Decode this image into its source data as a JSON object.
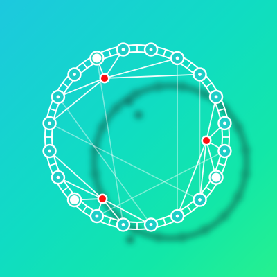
{
  "game": {
    "name": "",
    "nodes": [
      {
        "id": 0,
        "type": "dot"
      },
      {
        "id": 1,
        "type": "dot"
      },
      {
        "id": 2,
        "type": "dot"
      },
      {
        "id": 3,
        "type": "dot"
      },
      {
        "id": 4,
        "type": "dot"
      },
      {
        "id": 5,
        "type": "dot"
      },
      {
        "id": 6,
        "type": "open"
      },
      {
        "id": 7,
        "type": "dot"
      },
      {
        "id": 8,
        "type": "dot"
      },
      {
        "id": 9,
        "type": "dot"
      },
      {
        "id": 10,
        "type": "dot"
      },
      {
        "id": 11,
        "type": "dot"
      },
      {
        "id": 12,
        "type": "open"
      },
      {
        "id": 13,
        "type": "dot"
      },
      {
        "id": 14,
        "type": "dot"
      },
      {
        "id": 15,
        "type": "dot"
      },
      {
        "id": 16,
        "type": "dot"
      },
      {
        "id": 17,
        "type": "dot"
      },
      {
        "id": 18,
        "type": "open"
      },
      {
        "id": 19,
        "type": "dot"
      }
    ],
    "hubs": [
      {
        "id": "hub-top",
        "color": "red",
        "ring_links": [
          18,
          19,
          1,
          2,
          15,
          16
        ]
      },
      {
        "id": "hub-right",
        "color": "red",
        "ring_links": [
          3,
          4,
          5,
          6,
          7,
          8
        ]
      },
      {
        "id": "hub-bottom-left",
        "color": "red",
        "ring_links": [
          10,
          11,
          12,
          13,
          14,
          9
        ]
      }
    ],
    "chords": [
      [
        18,
        10
      ],
      [
        1,
        8
      ],
      [
        15,
        7
      ],
      [
        11,
        5
      ],
      [
        16,
        9
      ],
      [
        2,
        7
      ]
    ]
  },
  "colors": {
    "ring": "#ffffff",
    "hub": "#ff1010",
    "background_start": "#1dc8df",
    "background_end": "#26f08f",
    "shadow": "#0a5a4a"
  }
}
